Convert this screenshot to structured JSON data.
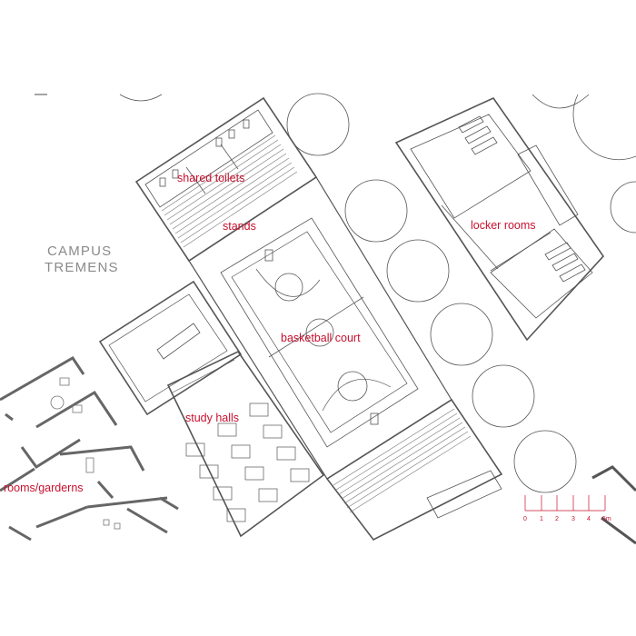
{
  "campus_name": {
    "line1": "CAMPUS",
    "line2": "TREMENS"
  },
  "labels": {
    "shared_toilets": "shared toilets",
    "stands": "stands",
    "locker_rooms": "locker rooms",
    "basketball_court": "basketball court",
    "study_halls": "study halls",
    "rooms_gardens": "rooms/garderns"
  },
  "scale_bar": {
    "ticks": [
      "0",
      "1",
      "2",
      "3",
      "4",
      "5m"
    ],
    "color": "#c8102e"
  },
  "colors": {
    "linework": "#555555",
    "labels": "#c8102e",
    "campus": "#8a8a8a"
  }
}
